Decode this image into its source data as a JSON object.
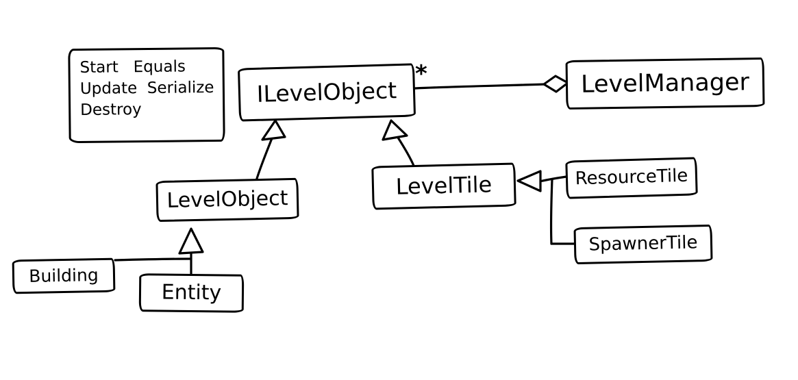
{
  "diagram": {
    "boxes": {
      "methods": {
        "lines": [
          "Start   Equals",
          "Update  Serialize",
          "Destroy"
        ]
      },
      "ilevelobject": {
        "label": "ILevelObject"
      },
      "levelmanager": {
        "label": "LevelManager"
      },
      "levelobject": {
        "label": "LevelObject"
      },
      "leveltile": {
        "label": "LevelTile"
      },
      "resourcetile": {
        "label": "ResourceTile"
      },
      "spawnertile": {
        "label": "SpawnerTile"
      },
      "building": {
        "label": "Building"
      },
      "entity": {
        "label": "Entity"
      }
    },
    "annotations": {
      "multiplicity": "*"
    },
    "edges": [
      {
        "from": "ILevelObject",
        "to": "LevelManager",
        "type": "aggregation",
        "multiplicity": "*"
      },
      {
        "from": "LevelObject",
        "to": "ILevelObject",
        "type": "inheritance"
      },
      {
        "from": "LevelTile",
        "to": "ILevelObject",
        "type": "inheritance"
      },
      {
        "from": "ResourceTile",
        "to": "LevelTile",
        "type": "inheritance"
      },
      {
        "from": "SpawnerTile",
        "to": "LevelTile",
        "type": "inheritance"
      },
      {
        "from": "Building",
        "to": "LevelObject",
        "type": "inheritance"
      },
      {
        "from": "Entity",
        "to": "LevelObject",
        "type": "inheritance"
      }
    ],
    "colors": {
      "ink": "#000000",
      "background": "#ffffff"
    }
  }
}
